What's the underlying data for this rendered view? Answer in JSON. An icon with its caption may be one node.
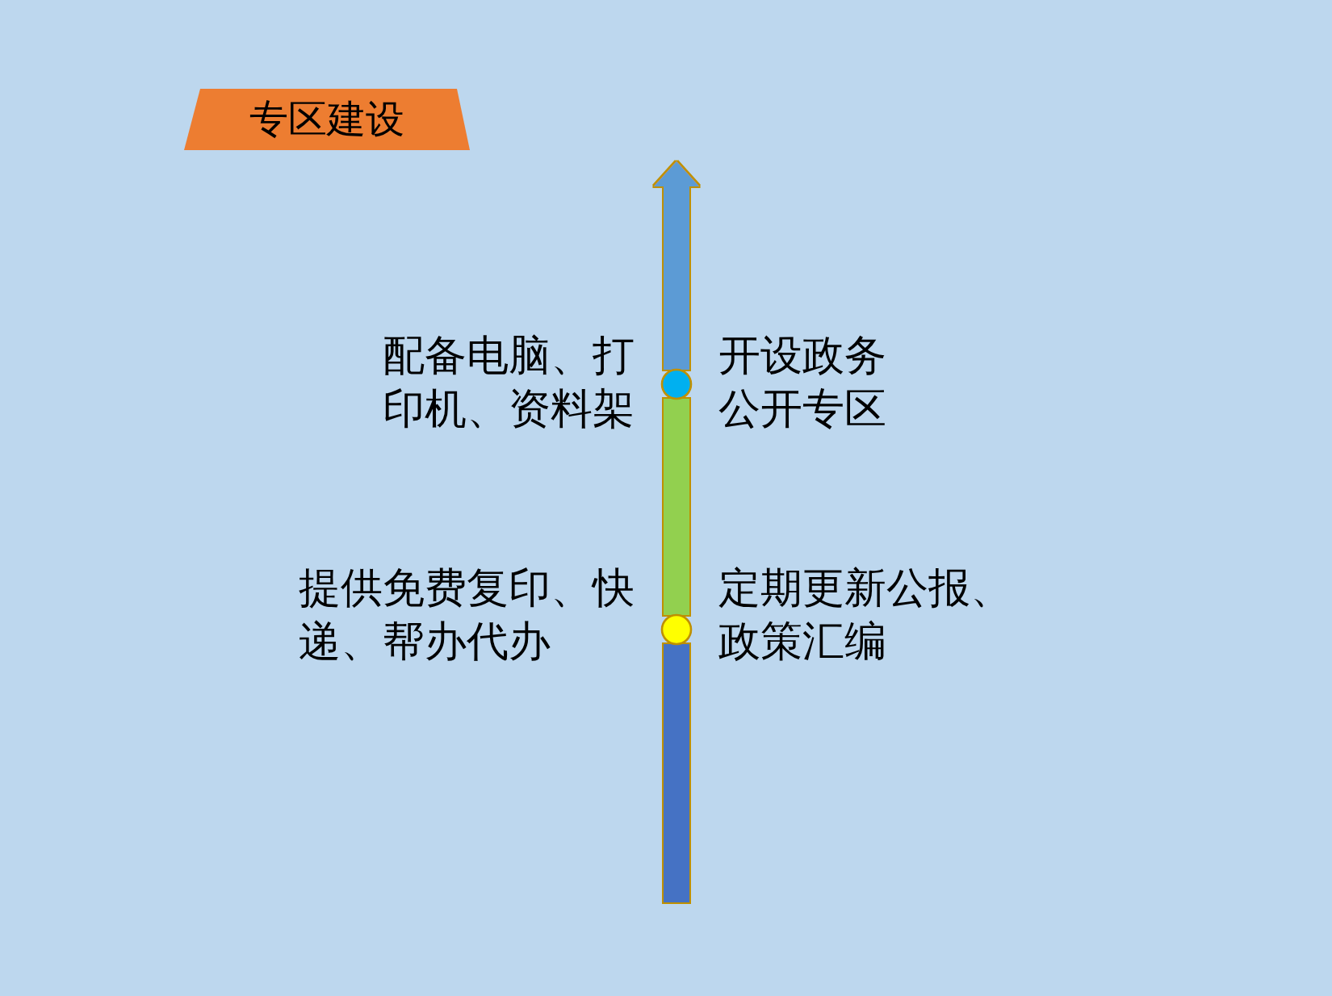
{
  "diagram": {
    "nodes": [
      {
        "text": [
          "专区建设"
        ]
      },
      {
        "text": [],
        "shape": "circle",
        "beside": [
          "配备电脑、打印机、资料架",
          "开设政务公开专区"
        ]
      },
      {
        "text": [],
        "shape": "circle",
        "beside": [
          "提供免费复印、快递、帮办代办",
          "定期更新公报、政策汇编"
        ]
      }
    ],
    "edges": [
      {
        "from": null,
        "to": 2,
        "arrow": "none",
        "color": "#4472c4"
      },
      {
        "from": 2,
        "to": 1,
        "arrow": "none",
        "color": "#92d050"
      },
      {
        "from": 1,
        "to": null,
        "arrow": "to",
        "color": "#5b9bd5"
      }
    ]
  }
}
